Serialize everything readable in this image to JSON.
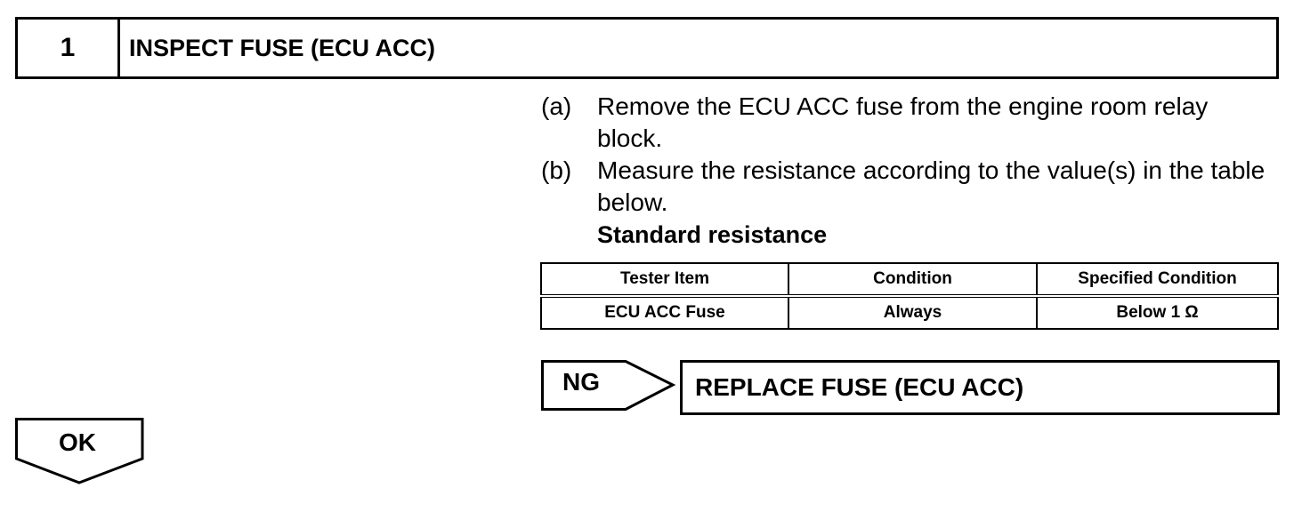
{
  "step": {
    "number": "1",
    "title": "INSPECT FUSE (ECU ACC)"
  },
  "instructions": [
    {
      "letter": "(a)",
      "text": "Remove the ECU ACC fuse from the engine room relay block."
    },
    {
      "letter": "(b)",
      "text": "Measure the resistance according to the value(s) in the table below."
    }
  ],
  "standard_title": "Standard resistance",
  "table": {
    "headers": [
      "Tester Item",
      "Condition",
      "Specified Condition"
    ],
    "rows": [
      [
        "ECU ACC Fuse",
        "Always",
        "Below 1 Ω"
      ]
    ]
  },
  "ng": {
    "label": "NG",
    "action": "REPLACE FUSE (ECU ACC)"
  },
  "ok": {
    "label": "OK"
  }
}
